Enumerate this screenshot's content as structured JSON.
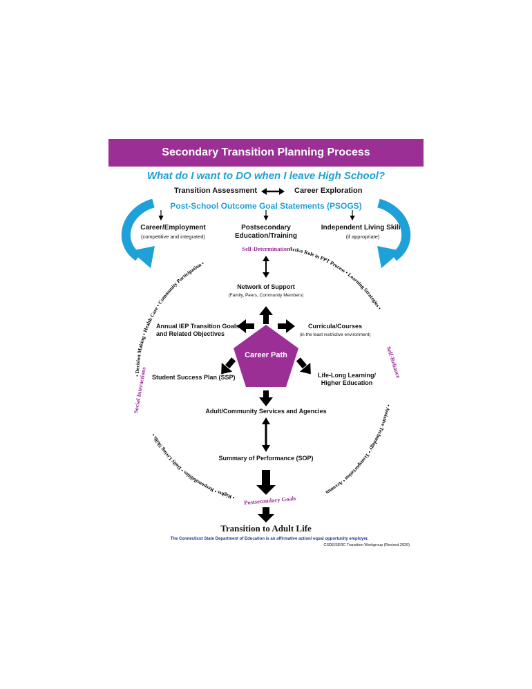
{
  "header": {
    "title": "Secondary Transition Planning Process",
    "question": "What do I want to DO when I leave High School?"
  },
  "assessment": {
    "left": "Transition Assessment",
    "right": "Career Exploration"
  },
  "psogs": "Post-School Outcome Goal Statements (PSOGS)",
  "categories": [
    {
      "title": "Career/Employment",
      "sub": "(competitive and integrated)"
    },
    {
      "title": "Postsecondary Education/Training",
      "sub": ""
    },
    {
      "title": "Independent Living Skills",
      "sub": "(if appropriate)"
    }
  ],
  "center": "Career Path",
  "nodes": {
    "network": {
      "title": "Network of Support",
      "sub": "(Family, Peers, Community Members)"
    },
    "iep": {
      "title": "Annual IEP Transition Goals and Related Objectives"
    },
    "curricula": {
      "title": "Curricula/Courses",
      "sub": "(in the least restrictive environment)"
    },
    "ssp": {
      "title": "Student Success Plan (SSP)"
    },
    "lifelong": {
      "title": "Life-Long Learning/ Higher Education"
    },
    "adult": {
      "title": "Adult/Community Services and Agencies"
    },
    "sop": {
      "title": "Summary of Performance (SOP)"
    }
  },
  "ring": {
    "self_determination": "Self-Determination",
    "top_right": "Active Role in PPT Process • Learning Strategies •",
    "self_reliance": "Self-Reliance",
    "right": "• Assistive Technology • Transportation • Accommodations •",
    "postsecondary": "Postsecondary Goals",
    "bottom_left": "• Rights • Responsibilities • Daily Living Skills •",
    "social": "Social Interactions",
    "left": "• Decision Making • Health Care • Community Participation •"
  },
  "final": "Transition to Adult Life",
  "footer": {
    "notice": "The Connecticut State Department of Education is an affirmative action/ equal opportunity employer.",
    "credit": "CSDE/SERC Transition Workgroup (Revised 2020)"
  },
  "colors": {
    "purple": "#9b2f96",
    "blue": "#1ea0d8",
    "navy": "#1f3a8f"
  }
}
